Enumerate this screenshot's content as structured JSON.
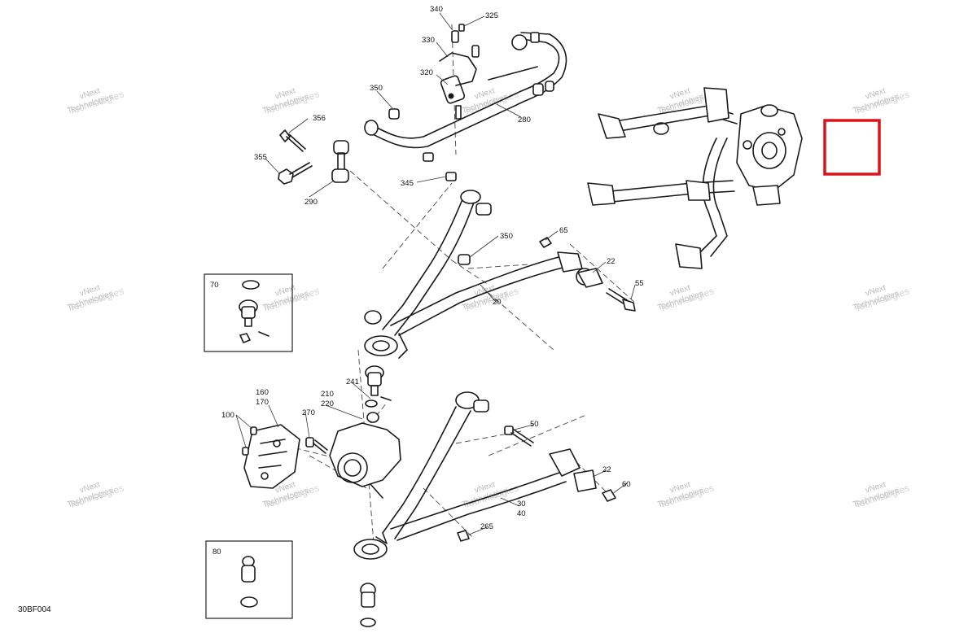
{
  "document_id": "30BF004",
  "watermark": {
    "line1": "vNext",
    "line2": "Technologies",
    "overlay": "Technologies"
  },
  "callouts": {
    "c340": "340",
    "c325": "325",
    "c330": "330",
    "c320": "320",
    "c350a": "350",
    "c356": "356",
    "c355": "355",
    "c290": "290",
    "c345": "345",
    "c280": "280",
    "c350b": "350",
    "c65": "65",
    "c22a": "22",
    "c55": "55",
    "c20": "20",
    "c70": "70",
    "c241": "241",
    "c160": "160",
    "c170": "170",
    "c210": "210",
    "c220": "220",
    "c270": "270",
    "c100": "100",
    "c50": "50",
    "c22b": "22",
    "c60": "60",
    "c30": "30",
    "c40": "40",
    "c265": "265",
    "c80": "80"
  },
  "highlight_box": {
    "color": "#d9141b"
  }
}
